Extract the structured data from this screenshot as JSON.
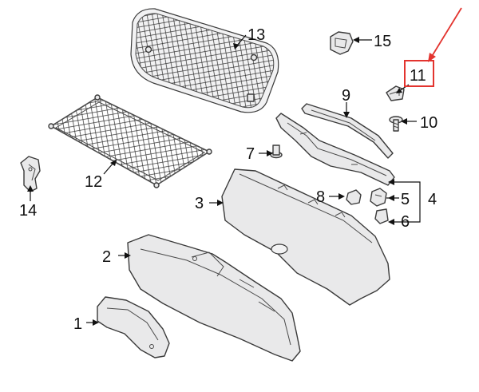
{
  "callouts": [
    {
      "id": "1",
      "label": "1"
    },
    {
      "id": "2",
      "label": "2"
    },
    {
      "id": "3",
      "label": "3"
    },
    {
      "id": "4",
      "label": "4"
    },
    {
      "id": "5",
      "label": "5"
    },
    {
      "id": "6",
      "label": "6"
    },
    {
      "id": "7",
      "label": "7"
    },
    {
      "id": "8",
      "label": "8"
    },
    {
      "id": "9",
      "label": "9"
    },
    {
      "id": "10",
      "label": "10"
    },
    {
      "id": "11",
      "label": "11"
    },
    {
      "id": "12",
      "label": "12"
    },
    {
      "id": "13",
      "label": "13"
    },
    {
      "id": "14",
      "label": "14"
    },
    {
      "id": "15",
      "label": "15"
    }
  ],
  "highlight": {
    "callout": "11",
    "color": "#e3342f"
  },
  "colors": {
    "part_fill": "#e9e9ea",
    "line": "#3a3a3a",
    "highlight": "#e3342f"
  }
}
